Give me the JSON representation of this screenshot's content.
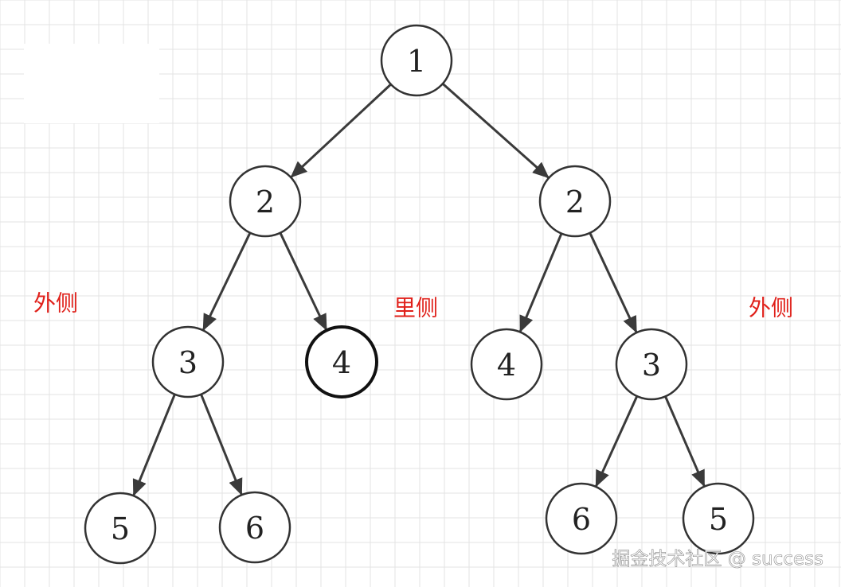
{
  "diagram": {
    "nodes": [
      {
        "id": "root",
        "label": "1"
      },
      {
        "id": "l1",
        "label": "2"
      },
      {
        "id": "r1",
        "label": "2"
      },
      {
        "id": "l2a",
        "label": "3"
      },
      {
        "id": "l2b",
        "label": "4",
        "emphasis": true
      },
      {
        "id": "r2a",
        "label": "4"
      },
      {
        "id": "r2b",
        "label": "3"
      },
      {
        "id": "l3a",
        "label": "5"
      },
      {
        "id": "l3b",
        "label": "6"
      },
      {
        "id": "r3a",
        "label": "6"
      },
      {
        "id": "r3b",
        "label": "5"
      }
    ],
    "edges": [
      {
        "from": "root",
        "to": "l1"
      },
      {
        "from": "root",
        "to": "r1"
      },
      {
        "from": "l1",
        "to": "l2a"
      },
      {
        "from": "l1",
        "to": "l2b"
      },
      {
        "from": "r1",
        "to": "r2a"
      },
      {
        "from": "r1",
        "to": "r2b"
      },
      {
        "from": "l2a",
        "to": "l3a"
      },
      {
        "from": "l2a",
        "to": "l3b"
      },
      {
        "from": "r2b",
        "to": "r3a"
      },
      {
        "from": "r2b",
        "to": "r3b"
      }
    ],
    "side_labels": {
      "outer_left": "外侧",
      "inner": "里侧",
      "outer_right": "外侧"
    }
  },
  "watermark": "掘金技术社区 @ success",
  "colors": {
    "grid": "#e3e3e3",
    "edge": "#3a3a3a",
    "node_stroke": "#333333",
    "label_red": "#e0201a",
    "watermark": "#ffffff"
  }
}
